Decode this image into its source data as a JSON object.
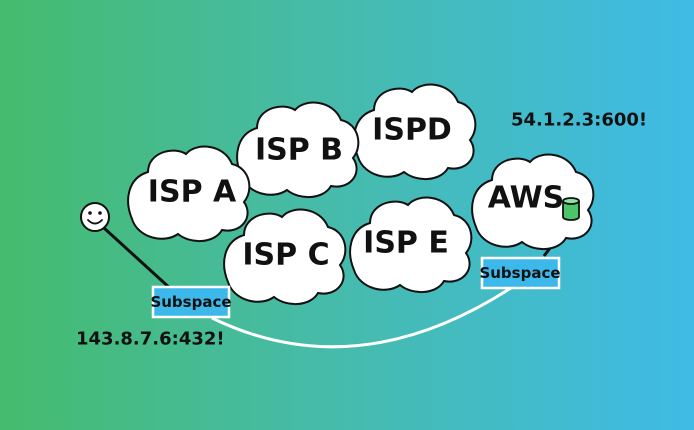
{
  "clouds": [
    {
      "id": "isp-a",
      "label": "ISP A"
    },
    {
      "id": "isp-b",
      "label": "ISP B"
    },
    {
      "id": "isp-d",
      "label": "ISPD"
    },
    {
      "id": "isp-c",
      "label": "ISP C"
    },
    {
      "id": "isp-e",
      "label": "ISP E"
    },
    {
      "id": "aws",
      "label": "AWS"
    }
  ],
  "badges": {
    "left": "Subspace",
    "right": "Subspace"
  },
  "addresses": {
    "client": "143.8.7.6:432!",
    "server": "54.1.2.3:600!"
  },
  "icons": {
    "user": "smiley-face-icon",
    "server": "database-icon"
  },
  "colors": {
    "gradient_left": "#45bb6e",
    "gradient_right": "#3fbbe6",
    "badge": "#3db8ea",
    "database": "#4cc46a",
    "cloud": "#ffffff",
    "ink": "#111111"
  }
}
